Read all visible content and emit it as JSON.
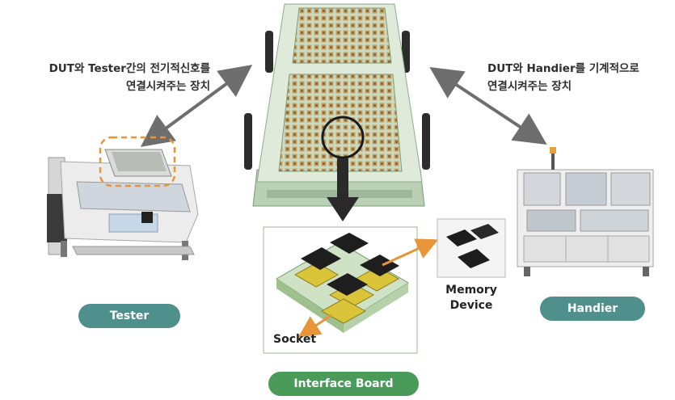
{
  "left_caption": {
    "line1": "DUT와 Tester간의 전기적신호를",
    "line2": "연결시켜주는 장치"
  },
  "right_caption": {
    "line1": "DUT와 Handier를 기계적으로",
    "line2": "연결시켜주는 장치"
  },
  "labels": {
    "tester": "Tester",
    "handler": "Handier",
    "interface_board": "Interface Board",
    "socket": "Socket",
    "memory_line1": "Memory",
    "memory_line2": "Device"
  },
  "colors": {
    "arrow_gray": "#6e6e6e",
    "arrow_orange": "#e8953a",
    "pill_teal": "#4f8f8c",
    "pill_green": "#4a9a5a",
    "board_green": "#c7dcc0",
    "socket_yellow": "#d9c43a"
  }
}
